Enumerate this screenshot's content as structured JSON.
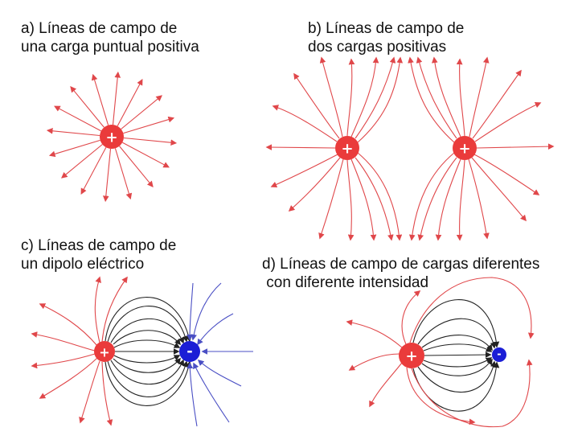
{
  "captions": {
    "a": [
      "a) Líneas de campo de",
      "una carga puntual positiva"
    ],
    "b": [
      "b) Líneas de campo de",
      "dos cargas positivas"
    ],
    "c": [
      "c) Líneas de campo de",
      "un dipolo eléctrico"
    ],
    "d": [
      "d) Líneas de campo de cargas diferentes",
      " con diferente intensidad"
    ]
  },
  "charges": {
    "a_positive": "+",
    "b_left_positive": "+",
    "b_right_positive": "+",
    "c_positive": "+",
    "c_negative": "-",
    "d_positive": "+",
    "d_negative": "-"
  },
  "colors": {
    "positive_charge": "#ea3b3b",
    "negative_charge": "#1b1ed6",
    "red_field_line": "#e0474a",
    "blue_field_line": "#4a4fc4",
    "black_field_line": "#222222"
  }
}
